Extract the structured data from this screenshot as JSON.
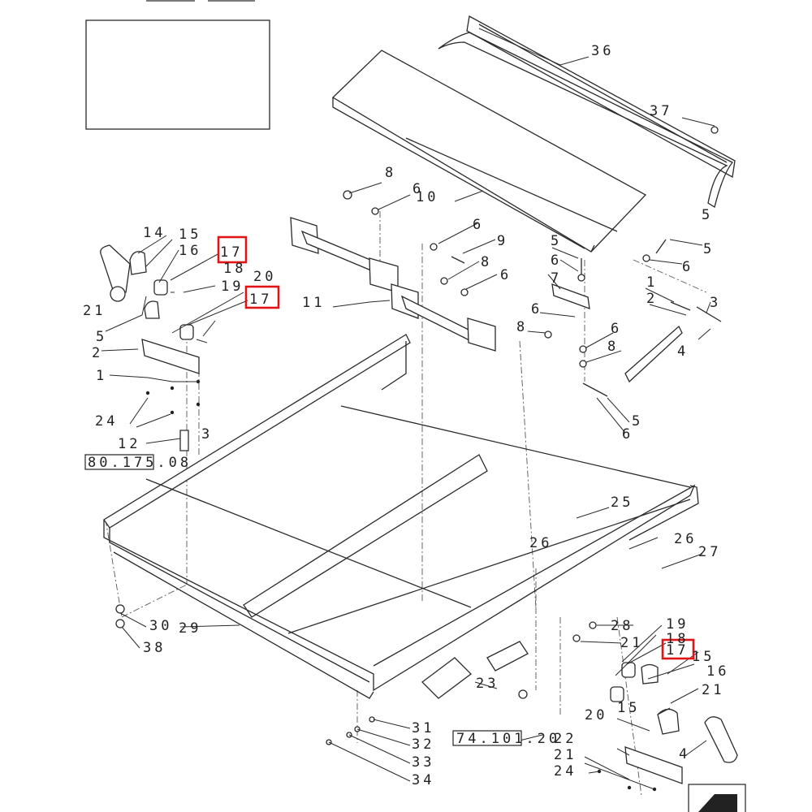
{
  "callouts": {
    "c36": "36",
    "c37": "37",
    "c5a": "5",
    "c8a": "8",
    "c6a": "6",
    "c10": "10",
    "c14": "14",
    "c15a": "15",
    "c16a": "16",
    "c17a": "17",
    "c18a": "18",
    "c19a": "19",
    "c20a": "20",
    "c17b": "17",
    "c11": "11",
    "c21a": "21",
    "c5b": "5",
    "c2a": "2",
    "c1a": "1",
    "c24a": "24",
    "c12": "12",
    "c3a": "3",
    "c6b": "6",
    "c9": "9",
    "c8b": "8",
    "c6c": "6",
    "c5c": "5",
    "c6d": "6",
    "c7": "7",
    "c5d": "5",
    "c6e": "6",
    "c1b": "1",
    "c2b": "2",
    "c3b": "3",
    "c6f": "6",
    "c8c": "8",
    "c6g": "6",
    "c8d": "8",
    "c4a": "4",
    "c5e": "5",
    "c6h": "6",
    "c25": "25",
    "c26a": "26",
    "c26b": "26",
    "c27": "27",
    "c30": "30",
    "c29": "29",
    "c38": "38",
    "c28": "28",
    "c19b": "19",
    "c18b": "18",
    "c21b": "21",
    "c17c": "17",
    "c15b": "15",
    "c16b": "16",
    "c21c": "21",
    "c15c": "15",
    "c20b": "20",
    "c23": "23",
    "c22": "22",
    "c21d": "21",
    "c24b": "24",
    "c4b": "4",
    "c31": "31",
    "c32": "32",
    "c33": "33",
    "c34": "34"
  },
  "references": {
    "ref_left": "80.175.08",
    "ref_bottom": "74.101.20"
  },
  "highlight_color": "#e01414"
}
